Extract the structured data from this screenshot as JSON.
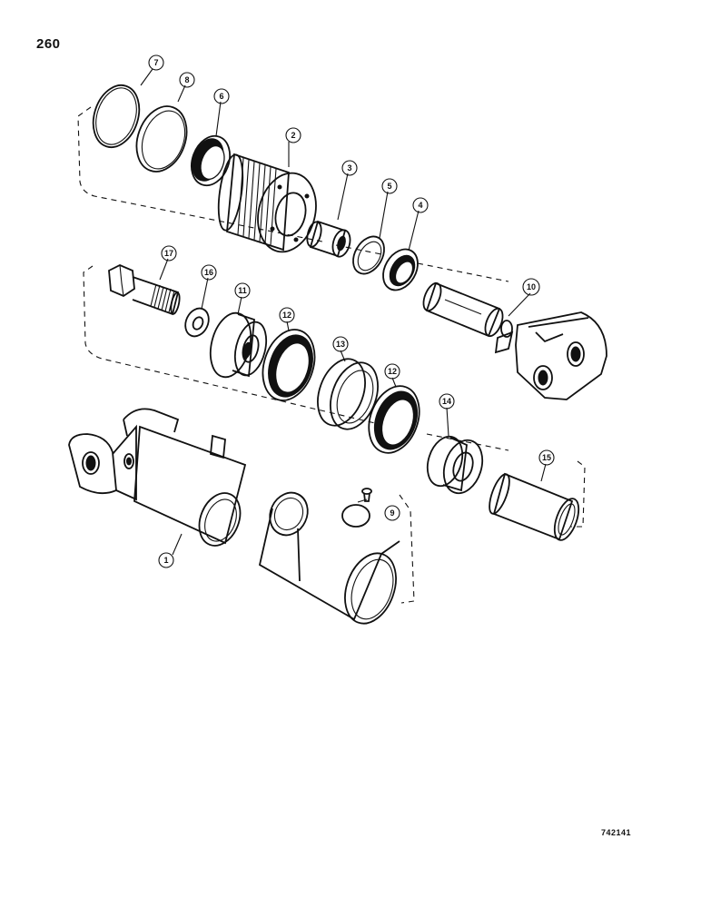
{
  "page_number": "260",
  "drawing_number": "742141",
  "callouts": [
    {
      "id": "c1",
      "label": "1"
    },
    {
      "id": "c2",
      "label": "2"
    },
    {
      "id": "c3",
      "label": "3"
    },
    {
      "id": "c4",
      "label": "4"
    },
    {
      "id": "c5",
      "label": "5"
    },
    {
      "id": "c6",
      "label": "6"
    },
    {
      "id": "c7",
      "label": "7"
    },
    {
      "id": "c8",
      "label": "8"
    },
    {
      "id": "c9",
      "label": "9"
    },
    {
      "id": "c10",
      "label": "10"
    },
    {
      "id": "c11",
      "label": "11"
    },
    {
      "id": "c12a",
      "label": "12"
    },
    {
      "id": "c12b",
      "label": "12"
    },
    {
      "id": "c13",
      "label": "13"
    },
    {
      "id": "c14",
      "label": "14"
    },
    {
      "id": "c15",
      "label": "15"
    },
    {
      "id": "c16",
      "label": "16"
    },
    {
      "id": "c17",
      "label": "17"
    }
  ]
}
